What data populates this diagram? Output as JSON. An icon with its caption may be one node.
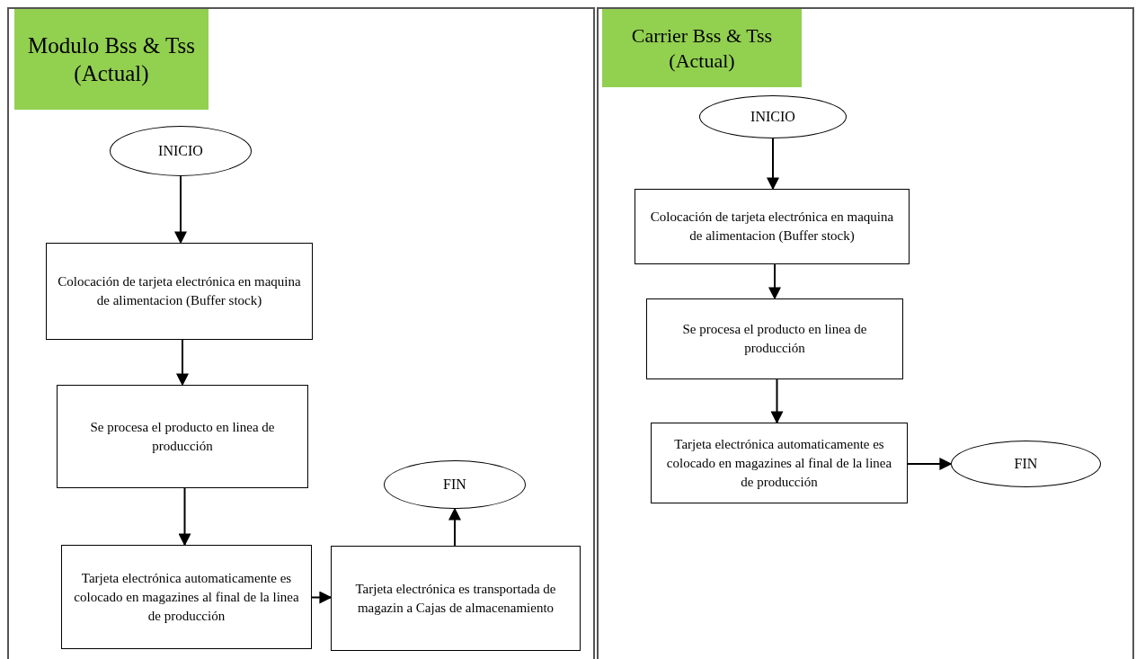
{
  "diagram": {
    "nodes": [
      {
        "text": [
          "Modulo Bss & Tss (Actual)"
        ]
      },
      {
        "text": [
          "INICIO"
        ]
      },
      {
        "text": [
          "Colocación de tarjeta electrónica en maquina de alimentacion (Buffer stock)"
        ]
      },
      {
        "text": [
          "Se procesa el producto en linea de producción"
        ]
      },
      {
        "text": [
          "Tarjeta electrónica automaticamente es colocado en magazines al final de la linea de producción"
        ]
      },
      {
        "text": [
          "Tarjeta electrónica es transportada de magazin a Cajas de almacenamiento"
        ]
      },
      {
        "text": [
          "FIN"
        ]
      },
      {
        "text": [
          "Carrier Bss & Tss (Actual)"
        ]
      },
      {
        "text": [
          "INICIO"
        ]
      },
      {
        "text": [
          "Colocación de tarjeta electrónica en maquina de alimentacion (Buffer stock)"
        ]
      },
      {
        "text": [
          "Se procesa el producto en linea de producción"
        ]
      },
      {
        "text": [
          "Tarjeta electrónica automaticamente es colocado en magazines al final de la linea de producción"
        ]
      },
      {
        "text": [
          "FIN"
        ]
      }
    ],
    "edges": [
      {
        "from": 1,
        "to": 2,
        "arrow": "to"
      },
      {
        "from": 2,
        "to": 3,
        "arrow": "to"
      },
      {
        "from": 3,
        "to": 4,
        "arrow": "to"
      },
      {
        "from": 4,
        "to": 5,
        "arrow": "to"
      },
      {
        "from": 5,
        "to": 6,
        "arrow": "to"
      },
      {
        "from": 8,
        "to": 9,
        "arrow": "to"
      },
      {
        "from": 9,
        "to": 10,
        "arrow": "to"
      },
      {
        "from": 10,
        "to": 11,
        "arrow": "to"
      },
      {
        "from": 11,
        "to": 12,
        "arrow": "to"
      }
    ]
  }
}
